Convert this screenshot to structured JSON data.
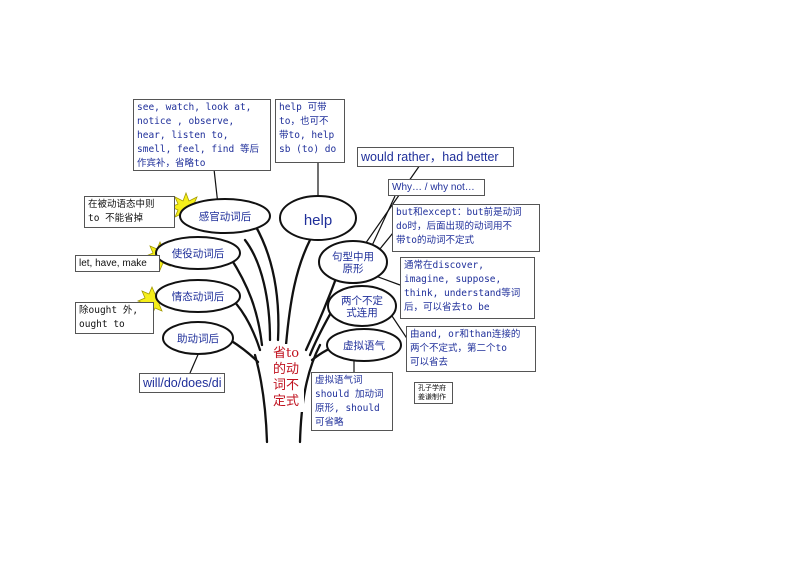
{
  "center": {
    "text": "省to\n的动\n词不\n定式",
    "color": "#c0121f"
  },
  "ovals": [
    {
      "id": "gan-guan",
      "text": "感官动词后"
    },
    {
      "id": "help",
      "text": "help"
    },
    {
      "id": "shi-yi",
      "text": "使役动词后"
    },
    {
      "id": "ju-xing",
      "text": "句型中用\n原形"
    },
    {
      "id": "qing-tai",
      "text": "情态动词后"
    },
    {
      "id": "liang-ge",
      "text": "两个不定\n式连用"
    },
    {
      "id": "zhu-dong",
      "text": "助动词后"
    },
    {
      "id": "xu-ni",
      "text": "虚拟语气"
    }
  ],
  "boxes": {
    "perception_verbs": "see, watch, look at,\nnotice , observe,\nhear, listen to,\nsmell, feel, find 等后\n作宾补，省略to",
    "help_note": "help 可带\nto，也可不\n带to, help\nsb (to) do",
    "passive_note": "在被动语态中则\nto 不能省掉",
    "causative_verbs": "let, have, make",
    "modal_note": "除ought 外,\nought to",
    "auxiliaries": "will/do/does/di",
    "would_rather": "would rather，had better",
    "why_not": "Why… / why not…",
    "but_except": "but和except：but前是动词\ndo时，后面出现的动词用不\n带to的动词不定式",
    "discover_note": "通常在discover,\nimagine, suppose,\nthink, understand等词\n后，可以省去to be",
    "and_or_than": "由and, or和than连接的\n两个不定式，第二个to\n可以省去",
    "subjunctive_note": "虚拟语气词\nshould 加动词\n原形, should\n可省略",
    "credit": "孔子学府\n姜谦制作"
  },
  "colors": {
    "ink": "#111111",
    "text_blue": "#1f2f9a",
    "starburst": "#f5ee1a",
    "center_red": "#c0121f"
  }
}
